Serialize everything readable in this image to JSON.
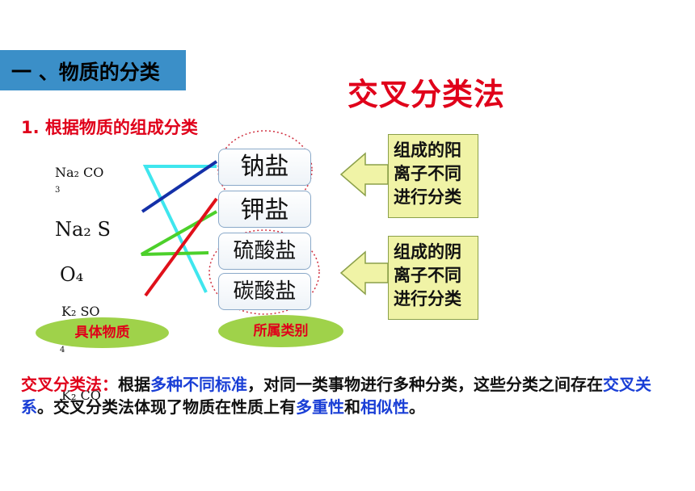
{
  "section_title": "一 、物质的分类",
  "main_title": "交叉分类法",
  "subtitle": "1. 根据物质的组成分类",
  "substances": {
    "s1_main": "Na₂  CO",
    "s1_tail": "3",
    "s2_main": "Na₂  S",
    "s2_tail": "O₄",
    "s3_main": "K₂  SO",
    "s3_tail": "4",
    "s4_main": "K₂  CO"
  },
  "categories": [
    "钠盐",
    "钾盐",
    "硫酸盐",
    "碳酸盐"
  ],
  "labels": {
    "substances_label": "具体物质",
    "categories_label": "所属类别"
  },
  "notes": {
    "cation_note": "组成的阳离子不同进行分类",
    "anion_note": "组成的阴离子不同进行分类"
  },
  "paragraph": {
    "term": "交叉分类法：",
    "p1": "根据",
    "b1": "多种不同标准",
    "p2": "，对同一类事物进行多种分类，这些分类之间存在",
    "b2": "交叉关系",
    "p3": "。交叉分类法体现了物质在性质上有",
    "b3": "多重性",
    "p4": "和",
    "b4": "相似性",
    "p5": "。"
  },
  "colors": {
    "title_red": "#e0001a",
    "keyword_blue": "#1a3fd6",
    "header_blue": "#3b8fc8",
    "ellipse_green": "#9fd24a",
    "note_yellow": "#f0f3a6",
    "line_cyan": "#3fe6ee",
    "line_green": "#4cd02a",
    "line_navy": "#1430a8",
    "line_red": "#e0101a"
  }
}
